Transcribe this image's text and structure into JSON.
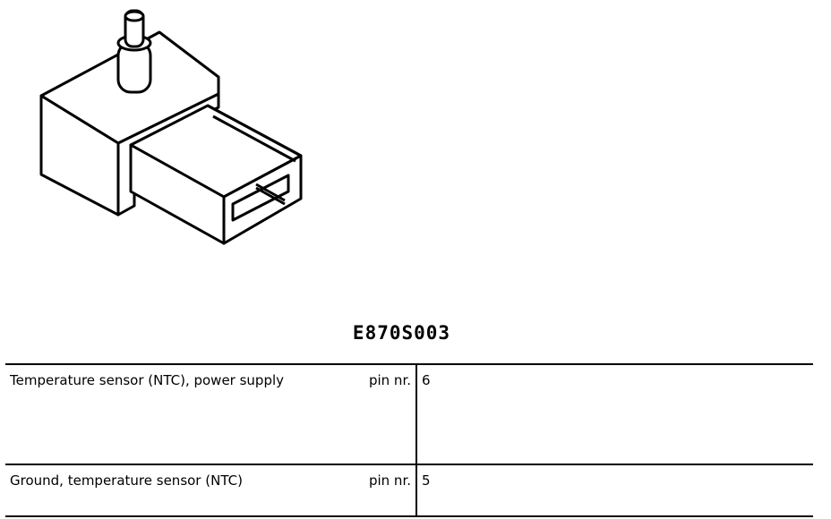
{
  "figure": {
    "code": "E870S003",
    "illustration_icon": "temperature-sensor-connector-icon"
  },
  "pins": [
    {
      "description": "Temperature sensor (NTC), power supply",
      "label": "pin nr.",
      "pin": "6"
    },
    {
      "description": "Ground, temperature sensor (NTC)",
      "label": "pin nr.",
      "pin": "5"
    }
  ]
}
